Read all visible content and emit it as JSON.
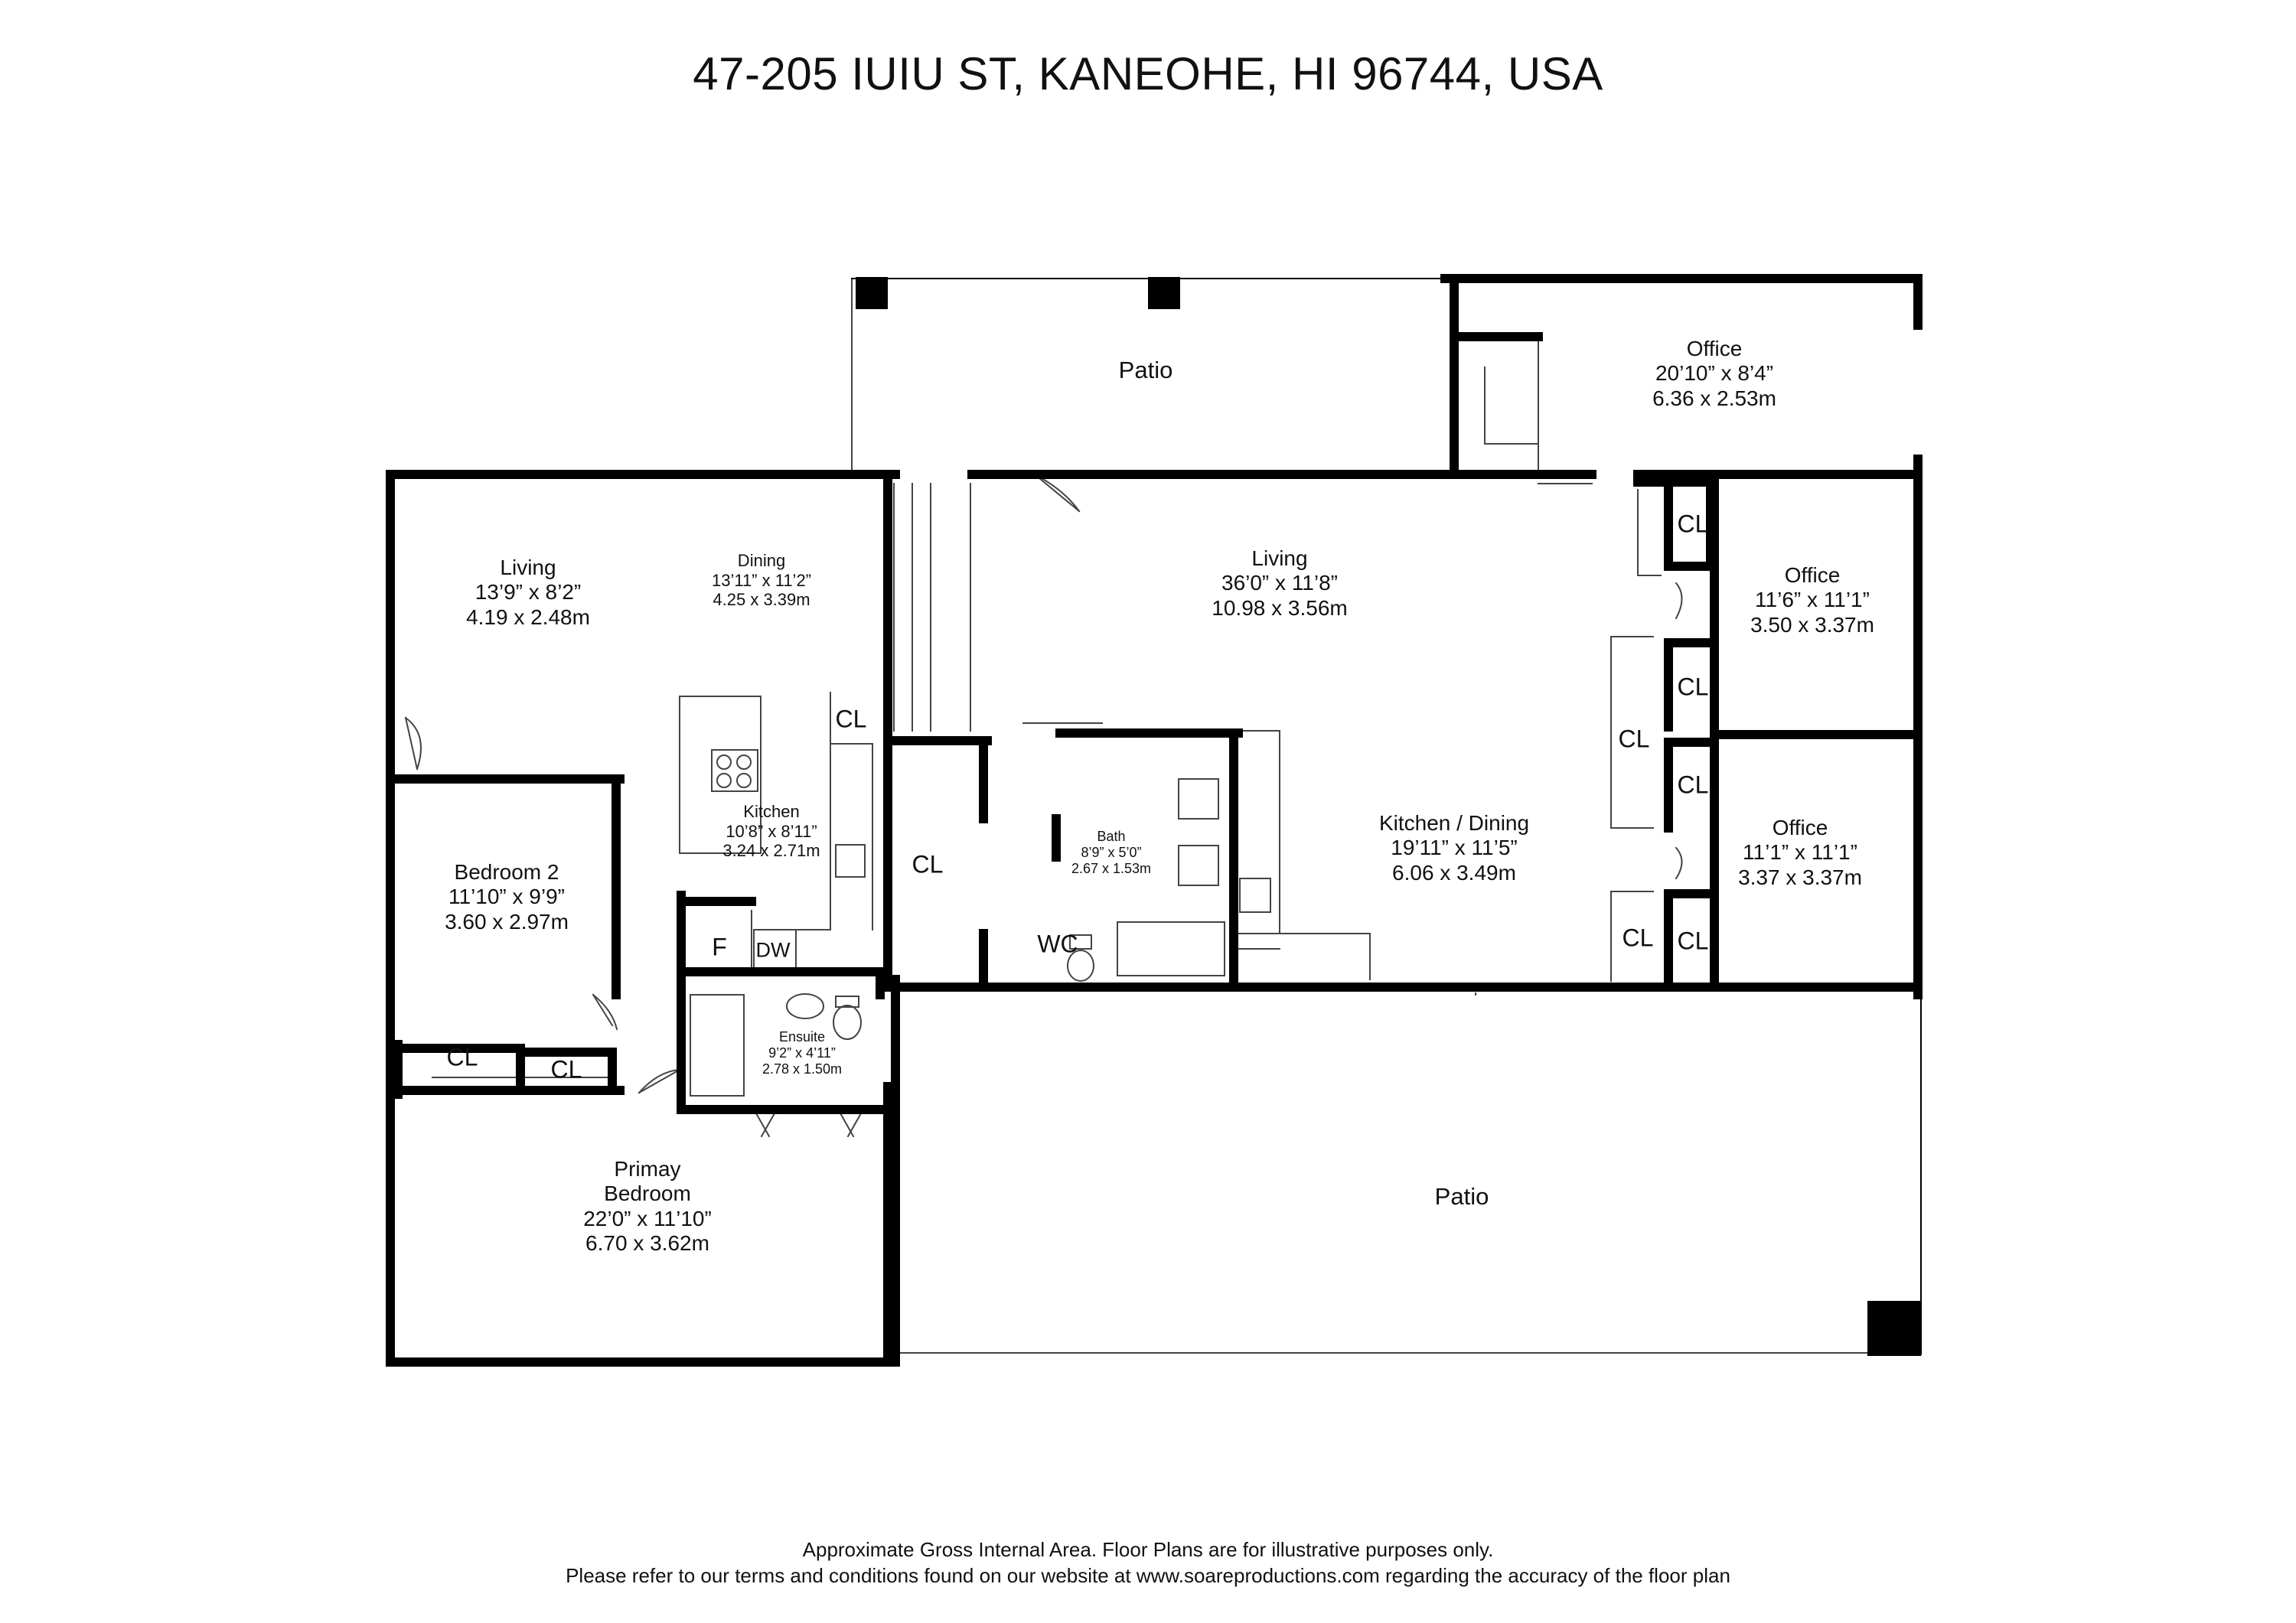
{
  "title": "47-205 IUIU ST, KANEOHE, HI 96744, USA",
  "rooms": {
    "patio_top": {
      "name": "Patio"
    },
    "patio_bottom": {
      "name": "Patio"
    },
    "office_top": {
      "name": "Office",
      "imperial": "20’10” x 8’4”",
      "metric": "6.36 x 2.53m"
    },
    "living_left": {
      "name": "Living",
      "imperial": "13’9” x 8’2”",
      "metric": "4.19 x 2.48m"
    },
    "dining": {
      "name": "Dining",
      "imperial": "13’11” x 11’2”",
      "metric": "4.25 x 3.39m"
    },
    "living_main": {
      "name": "Living",
      "imperial": "36’0” x 11’8”",
      "metric": "10.98 x 3.56m"
    },
    "office_mid": {
      "name": "Office",
      "imperial": "11’6” x 11’1”",
      "metric": "3.50 x 3.37m"
    },
    "office_low": {
      "name": "Office",
      "imperial": "11’1” x 11’1”",
      "metric": "3.37 x 3.37m"
    },
    "kitchen": {
      "name": "Kitchen",
      "imperial": "10’8” x 8’11”",
      "metric": "3.24 x 2.71m"
    },
    "bath": {
      "name": "Bath",
      "imperial": "8’9” x 5’0”",
      "metric": "2.67 x 1.53m"
    },
    "kitchen_dining": {
      "name": "Kitchen / Dining",
      "imperial": "19’11” x 11’5”",
      "metric": "6.06 x 3.49m"
    },
    "bedroom2": {
      "name": "Bedroom 2",
      "imperial": "11’10” x 9’9”",
      "metric": "3.60 x 2.97m"
    },
    "ensuite": {
      "name": "Ensuite",
      "imperial": "9’2” x 4’11”",
      "metric": "2.78 x 1.50m"
    },
    "primary": {
      "name_line1": "Primay",
      "name_line2": "Bedroom",
      "imperial": "22’0” x 11’10”",
      "metric": "6.70 x 3.62m"
    }
  },
  "labels": {
    "closet": "CL",
    "fridge": "F",
    "dishwasher": "DW",
    "wc": "WC"
  },
  "footer": {
    "line1": "Approximate Gross Internal Area. Floor Plans are for illustrative purposes only.",
    "line2": "Please refer to our terms and conditions found on our website at www.soareproductions.com regarding the accuracy of the floor plan"
  }
}
